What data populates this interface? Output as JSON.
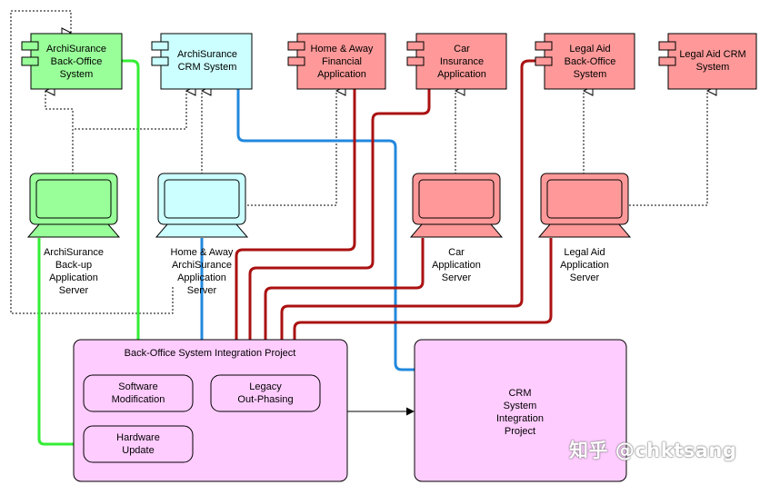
{
  "colors": {
    "green_fill": "#99ff99",
    "cyan_fill": "#ccffff",
    "red_fill": "#ff9999",
    "pink_fill": "#ffccff",
    "green_line": "#33ee33",
    "blue_line": "#2288dd",
    "red_line": "#aa1111"
  },
  "components": [
    {
      "id": "archisurance-backoffice",
      "lines": [
        "ArchiSurance",
        "Back-Office",
        "System"
      ]
    },
    {
      "id": "archisurance-crm",
      "lines": [
        "ArchiSurance",
        "CRM System"
      ]
    },
    {
      "id": "home-away-financial",
      "lines": [
        "Home & Away",
        "Financial",
        "Application"
      ]
    },
    {
      "id": "car-insurance",
      "lines": [
        "Car",
        "Insurance",
        "Application"
      ]
    },
    {
      "id": "legal-aid-backoffice",
      "lines": [
        "Legal Aid",
        "Back-Office",
        "System"
      ]
    },
    {
      "id": "legal-aid-crm",
      "lines": [
        "Legal Aid CRM",
        "System"
      ]
    }
  ],
  "servers": [
    {
      "id": "archisurance-backup-server",
      "lines": [
        "ArchiSurance",
        "Back-up",
        "Application",
        "Server"
      ]
    },
    {
      "id": "home-away-archisurance-server",
      "lines": [
        "Home & Away",
        "ArchiSurance",
        "Application",
        "Server"
      ]
    },
    {
      "id": "car-server",
      "lines": [
        "Car",
        "Application",
        "Server"
      ]
    },
    {
      "id": "legal-aid-server",
      "lines": [
        "Legal Aid",
        "Application",
        "Server"
      ]
    }
  ],
  "projects": {
    "backoffice_title": "Back-Office System Integration Project",
    "software_modification": [
      "Software",
      "Modification"
    ],
    "legacy_out_phasing": [
      "Legacy",
      "Out-Phasing"
    ],
    "hardware_update": [
      "Hardware",
      "Update"
    ],
    "crm_project": [
      "CRM",
      "System",
      "Integration",
      "Project"
    ]
  },
  "watermark": "知乎 @chktsang"
}
